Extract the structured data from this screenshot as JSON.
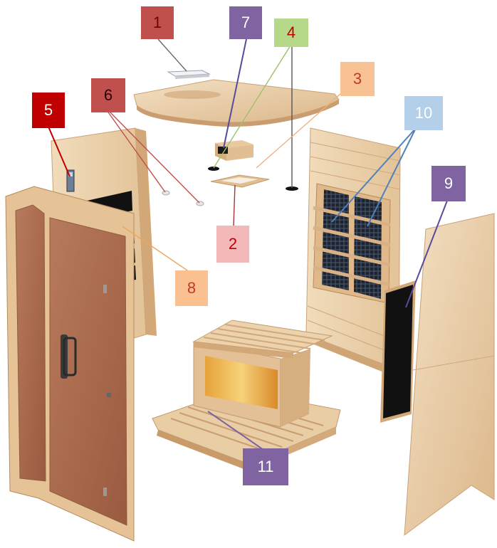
{
  "colors": {
    "wood_light": "#ecd2ad",
    "wood_mid": "#d8b386",
    "wood_dark": "#b8875a",
    "glass": "#a5664a",
    "heater": "#1a1a1a",
    "callout_red": "#c0392b"
  },
  "callouts": [
    {
      "id": "c1",
      "label": "1",
      "bg": "#c0504d",
      "fg": "#7a0000"
    },
    {
      "id": "c7",
      "label": "7",
      "bg": "#8064a2",
      "fg": "#ffffff"
    },
    {
      "id": "c4",
      "label": "4",
      "bg": "#b5d889",
      "fg": "#c00000"
    },
    {
      "id": "c3",
      "label": "3",
      "bg": "#f9c295",
      "fg": "#c0392b"
    },
    {
      "id": "c6",
      "label": "6",
      "bg": "#c0504d",
      "fg": "#2b0000"
    },
    {
      "id": "c5",
      "label": "5",
      "bg": "#c00000",
      "fg": "#ffffff"
    },
    {
      "id": "c10",
      "label": "10",
      "bg": "#b4cfea",
      "fg": "#ffffff"
    },
    {
      "id": "c9",
      "label": "9",
      "bg": "#8064a2",
      "fg": "#ffffff"
    },
    {
      "id": "c2",
      "label": "2",
      "bg": "#f4b8b8",
      "fg": "#c00000"
    },
    {
      "id": "c8",
      "label": "8",
      "bg": "#fac090",
      "fg": "#c0392b"
    },
    {
      "id": "c11",
      "label": "11",
      "bg": "#8064a2",
      "fg": "#ffffff"
    }
  ]
}
